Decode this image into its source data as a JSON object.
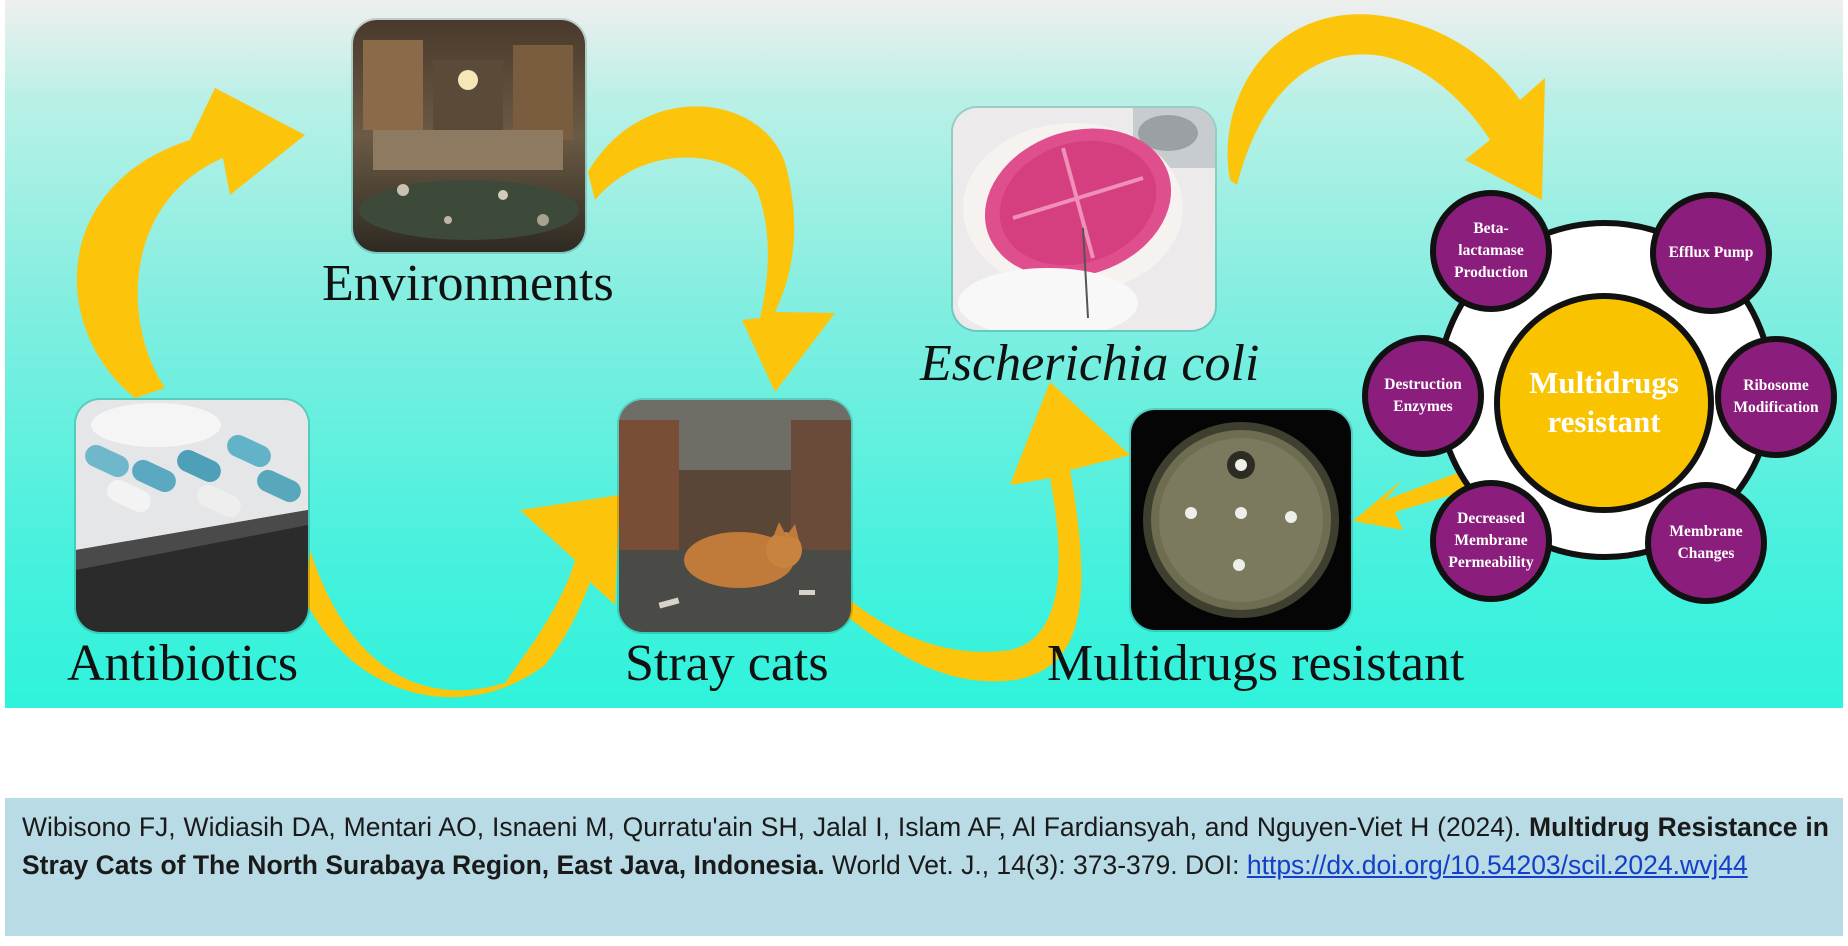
{
  "diagram": {
    "labels": {
      "environments": "Environments",
      "antibiotics": "Antibiotics",
      "stray_cats": "Stray cats",
      "ecoli": "Escherichia coli",
      "mdr": "Multidrugs resistant"
    },
    "images": {
      "market_scene": "market-environment-photo",
      "capsules": "antibiotic-capsules-photo",
      "cat": "stray-cat-photo",
      "petri_pink": "ecoli-culture-plate-photo",
      "petri_disk": "antibiotic-disk-test-photo"
    },
    "mechanism_hub": "Multidrugs\nresistant",
    "mechanisms": [
      "Beta-\nlactamase\nProduction",
      "Efflux Pump",
      "Ribosome\nModification",
      "Membrane\nChanges",
      "Decreased\nMembrane\nPermeability",
      "Destruction\nEnzymes"
    ],
    "colors": {
      "arrow": "#fcc40a",
      "node": "#8b1e7c",
      "hub": "#f9c300",
      "background_top": "#efefef",
      "background_bottom": "#2ff3dc"
    }
  },
  "citation": {
    "authors": "Wibisono FJ, Widiasih DA, Mentari AO, Isnaeni M, Qurratu'ain SH, Jalal I, Islam AF, Al Fardiansyah, and Nguyen-Viet H (2024).",
    "title": "Multidrug Resistance in Stray Cats of The North Surabaya Region, East Java, Indonesia.",
    "journal": "World Vet. J., 14(3): 373-379. DOI:",
    "doi_link": "https://dx.doi.org/10.54203/scil.2024.wvj44"
  }
}
